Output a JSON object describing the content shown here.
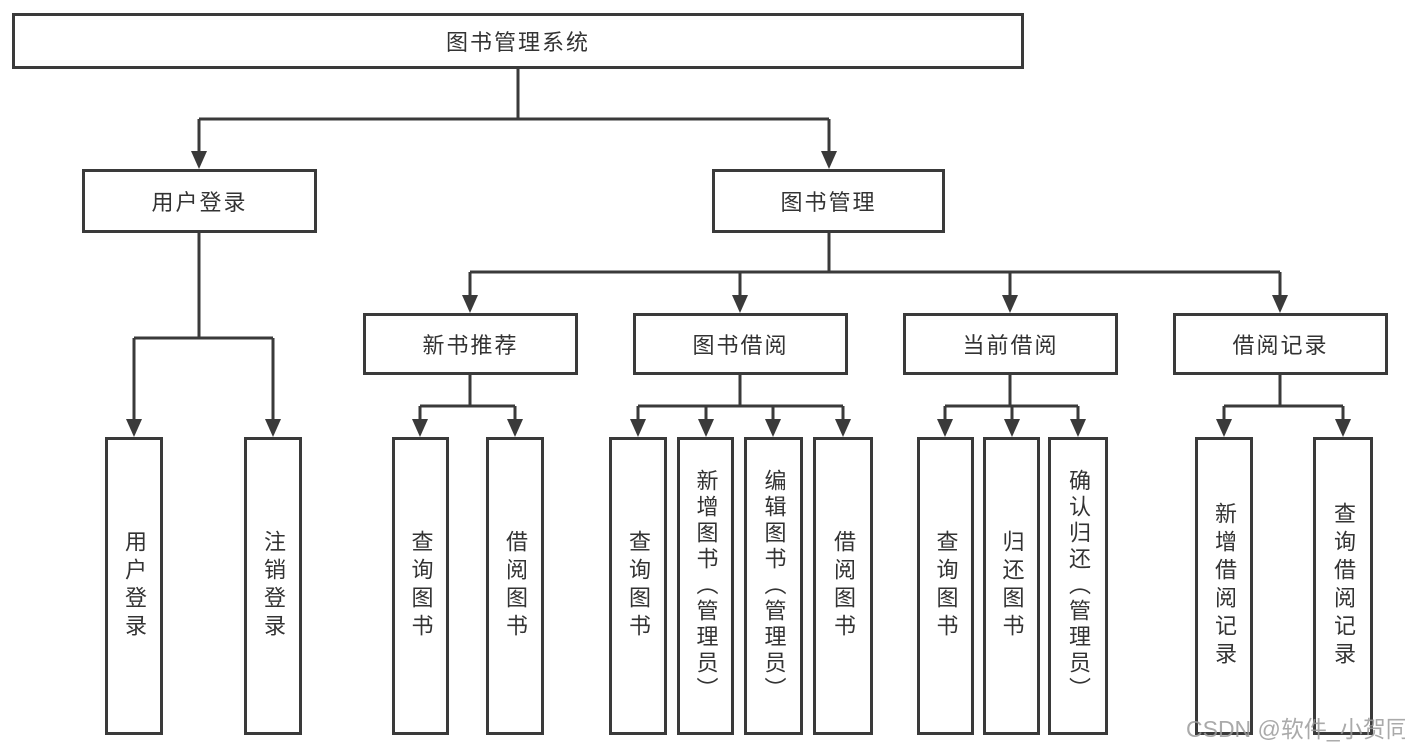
{
  "diagram": {
    "type": "tree",
    "tree": {
      "label": "图书管理系统",
      "children": [
        {
          "label": "用户登录",
          "children": [
            {
              "label": "用户登录"
            },
            {
              "label": "注销登录"
            }
          ]
        },
        {
          "label": "图书管理",
          "children": [
            {
              "label": "新书推荐",
              "children": [
                {
                  "label": "查询图书"
                },
                {
                  "label": "借阅图书"
                }
              ]
            },
            {
              "label": "图书借阅",
              "children": [
                {
                  "label": "查询图书"
                },
                {
                  "label": "新增图书（管理员）"
                },
                {
                  "label": "编辑图书（管理员）"
                },
                {
                  "label": "借阅图书"
                }
              ]
            },
            {
              "label": "当前借阅",
              "children": [
                {
                  "label": "查询图书"
                },
                {
                  "label": "归还图书"
                },
                {
                  "label": "确认归还（管理员）"
                }
              ]
            },
            {
              "label": "借阅记录",
              "children": [
                {
                  "label": "新增借阅记录"
                },
                {
                  "label": "查询借阅记录"
                }
              ]
            }
          ]
        }
      ]
    },
    "colors": {
      "line": "#3a3a3a",
      "box_border": "#3a3a3a",
      "text": "#333333",
      "background": "#ffffff",
      "watermark": "#9b9b9b"
    }
  },
  "watermark": {
    "text": "CSDN @软件_小贺同学"
  }
}
